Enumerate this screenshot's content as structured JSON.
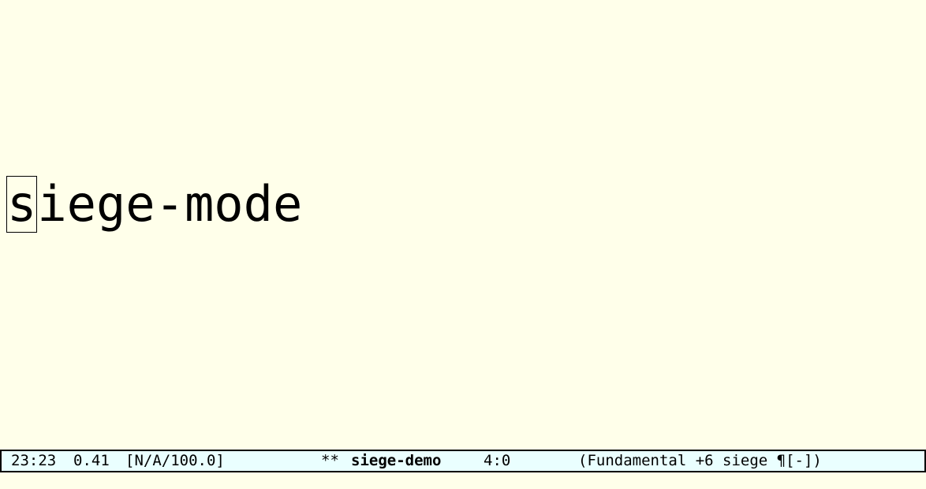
{
  "buffer": {
    "cursor_char": "s",
    "rest_text": "iege-mode"
  },
  "mode_line": {
    "time": "23:23",
    "load": "0.41",
    "battery": "[N/A/100.0]",
    "modified_flag": "**",
    "buffer_name": "siege-demo",
    "position": "4:0",
    "modes": "(Fundamental +6 siege ¶[-])"
  },
  "colors": {
    "background": "#ffffea",
    "mode_line_bg": "#eaffff",
    "foreground": "#000000"
  }
}
